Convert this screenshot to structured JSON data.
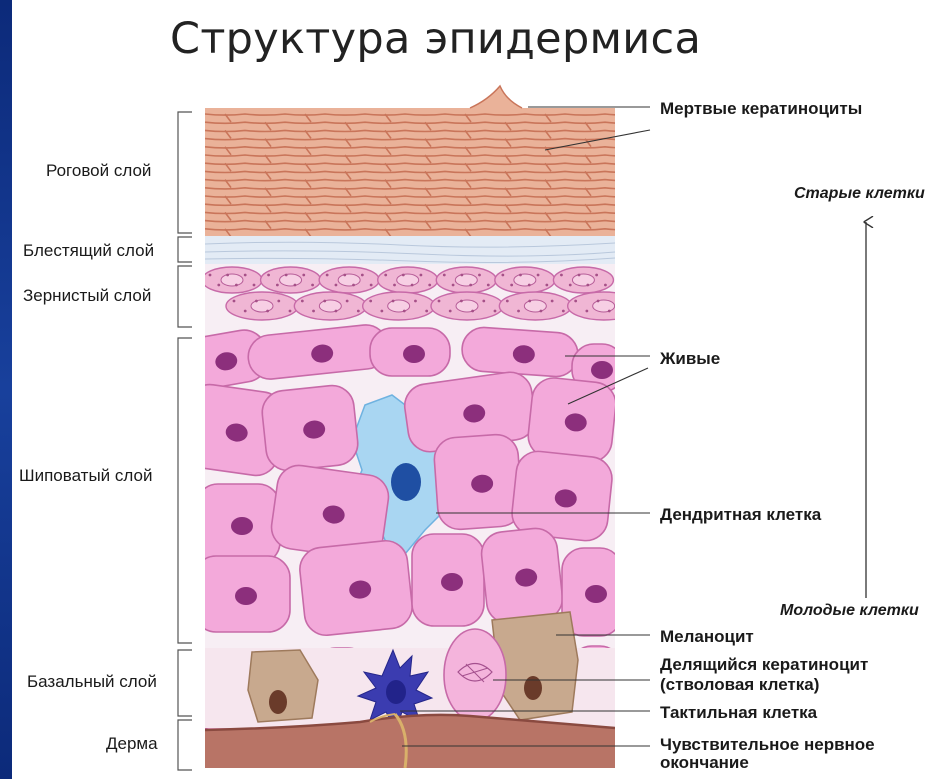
{
  "title": "Структура эпидермиса",
  "layers": {
    "stratum_corneum": "Роговой слой",
    "stratum_lucidum": "Блестящий слой",
    "stratum_granulosum": "Зернистый слой",
    "stratum_spinosum": "Шиповатый слой",
    "stratum_basale": "Базальный слой",
    "dermis": "Дерма"
  },
  "callouts": {
    "dead_keratinocytes": "Мертвые кератиноциты",
    "living": "Живые",
    "dendritic_cell": "Дендритная клетка",
    "melanocyte": "Меланоцит",
    "dividing_keratinocyte_1": "Делящийся кератиноцит",
    "dividing_keratinocyte_2": "(стволовая клетка)",
    "tactile_cell": "Тактильная клетка",
    "nerve_ending_1": "Чувствительное нервное",
    "nerve_ending_2": "окончание"
  },
  "axis": {
    "old_cells": "Старые клетки",
    "young_cells": "Молодые клетки"
  },
  "colors": {
    "corneum": "#e8a98a",
    "corneum_line": "#c9755a",
    "lucidum": "#dfe8f4",
    "granular_cell": "#f0b6d4",
    "spinous_cell": "#f3a9da",
    "cell_outline": "#c76aa8",
    "nucleus": "#8c2f7c",
    "dendritic": "#a9d6f2",
    "dendritic_nucleus": "#1f4fa3",
    "melanocyte": "#c8a98e",
    "tactile": "#3b3cb0",
    "dermis": "#b87466"
  }
}
